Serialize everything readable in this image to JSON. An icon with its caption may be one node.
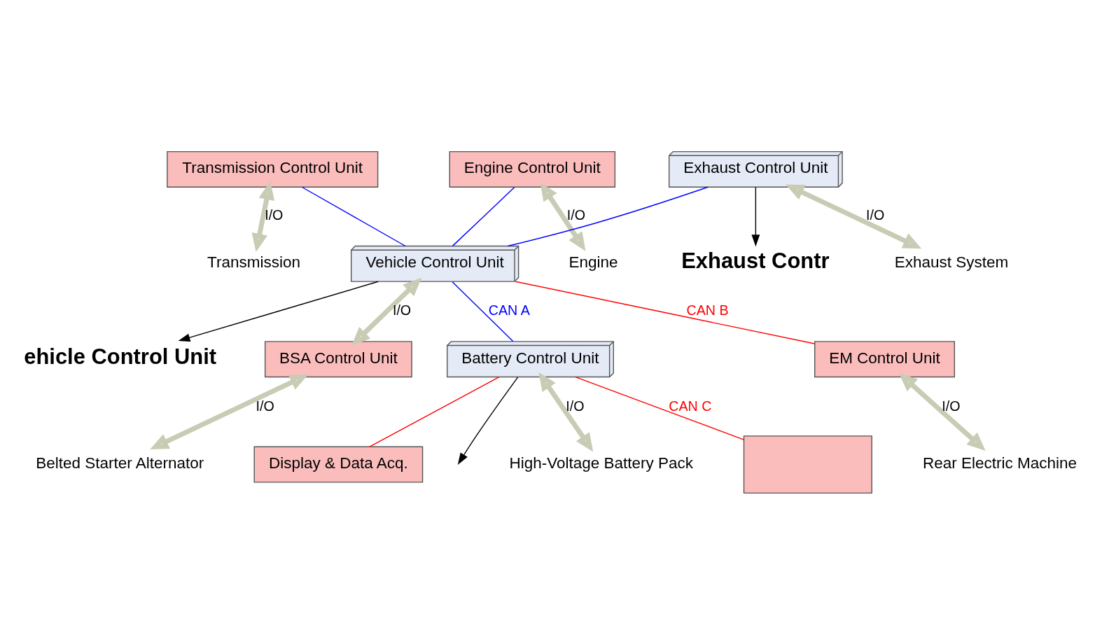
{
  "diagram": {
    "nodes": [
      {
        "text": [
          "ehicle Control Unit"
        ]
      },
      {
        "text": [
          "Exhaust Contr"
        ]
      },
      {
        "text": [
          "Engine"
        ]
      },
      {
        "text": [
          "Transmission"
        ]
      },
      {
        "text": [
          "Engine Control Unit"
        ]
      },
      {
        "text": [
          "Transmission Control Unit"
        ]
      },
      {
        "text": [
          "Exhaust Control Unit"
        ]
      },
      {
        "text": [
          "Exhaust System"
        ]
      },
      {
        "text": [
          "Belted Starter Alternator"
        ]
      },
      {
        "text": [
          "BSA Control Unit"
        ]
      },
      {
        "text": [
          "Vehicle Control Unit"
        ]
      },
      {
        "text": [
          "Battery Control Unit"
        ]
      },
      {
        "text": [
          "High-Voltage Battery Pack"
        ]
      },
      {
        "text": [
          "EM Control Unit"
        ]
      },
      {
        "text": [],
        "shape": "box"
      },
      {
        "text": [
          "Display & Data Acq."
        ]
      },
      {
        "text": [
          "Rear Electric Machine"
        ]
      }
    ],
    "edges": [
      {
        "from": 4,
        "to": 2,
        "arrow": "both",
        "label": "I/O",
        "style": "thick",
        "color": "#c8ccb4"
      },
      {
        "from": 5,
        "to": 3,
        "arrow": "both",
        "label": "I/O",
        "style": "thick",
        "color": "#c8ccb4"
      },
      {
        "from": 10,
        "to": 0,
        "arrow": "to",
        "color": "#000000"
      },
      {
        "from": 6,
        "to": 1,
        "arrow": "to",
        "color": "#000000"
      },
      {
        "from": 6,
        "to": 7,
        "arrow": "both",
        "label": "I/O",
        "style": "thick",
        "color": "#c8ccb4"
      },
      {
        "from": 9,
        "to": 8,
        "arrow": "both",
        "label": "I/O",
        "style": "thick",
        "color": "#c8ccb4"
      },
      {
        "from": 10,
        "to": 9,
        "arrow": "both",
        "label": "I/O",
        "style": "thick",
        "color": "#c8ccb4"
      },
      {
        "from": 4,
        "to": 10,
        "arrow": "none",
        "color": "#0000ff"
      },
      {
        "from": 5,
        "to": 10,
        "arrow": "none",
        "color": "#0000ff"
      },
      {
        "from": 6,
        "to": 10,
        "arrow": "none",
        "color": "#0000ff"
      },
      {
        "from": 10,
        "to": 11,
        "arrow": "none",
        "label": "CAN A",
        "color": "#0000ff"
      },
      {
        "from": 11,
        "to": 12,
        "arrow": "both",
        "label": "I/O",
        "style": "thick",
        "color": "#c8ccb4"
      },
      {
        "from": 10,
        "to": 13,
        "arrow": "none",
        "label": "CAN B",
        "color": "#ff0000"
      },
      {
        "from": 11,
        "to": 14,
        "arrow": "none",
        "label": "CAN C",
        "color": "#ff0000"
      },
      {
        "from": 11,
        "to": 15,
        "arrow": "none",
        "color": "#ff0000"
      },
      {
        "from": 13,
        "to": 16,
        "arrow": "both",
        "label": "I/O",
        "style": "thick",
        "color": "#c8ccb4"
      },
      {
        "from": 11,
        "to": null,
        "arrow": "to",
        "color": "#000000"
      }
    ]
  }
}
